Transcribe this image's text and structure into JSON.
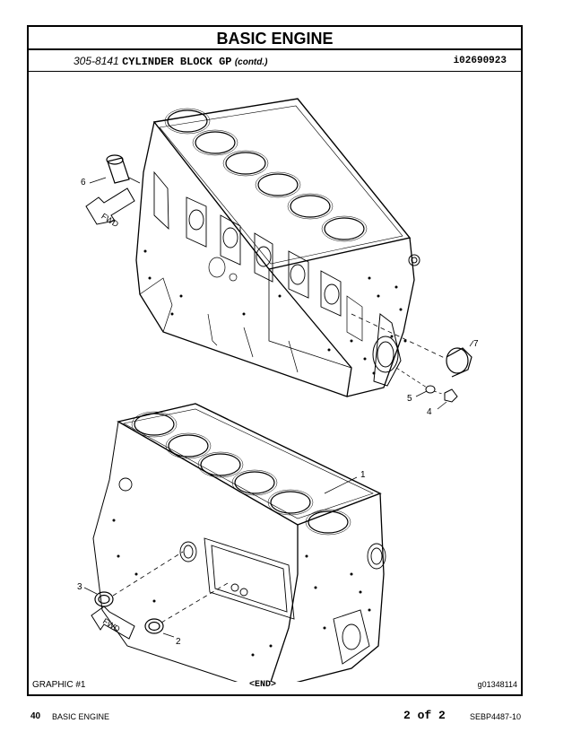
{
  "header": {
    "title": "BASIC ENGINE",
    "part_number": "305-8141",
    "part_name": "CYLINDER BLOCK GP",
    "contd": "(contd.)",
    "illustration_id": "i02690923"
  },
  "illustration": {
    "fwd_label": "FWD",
    "callouts": [
      "1",
      "2",
      "3",
      "4",
      "5",
      "6",
      "7"
    ]
  },
  "graphic": {
    "label": "GRAPHIC #1",
    "end_marker": "<END>",
    "graphic_number": "g01348114"
  },
  "footer": {
    "page_number": "40",
    "section": "BASIC ENGINE",
    "page_of": "2 of 2",
    "document_id": "SEBP4487-10"
  }
}
